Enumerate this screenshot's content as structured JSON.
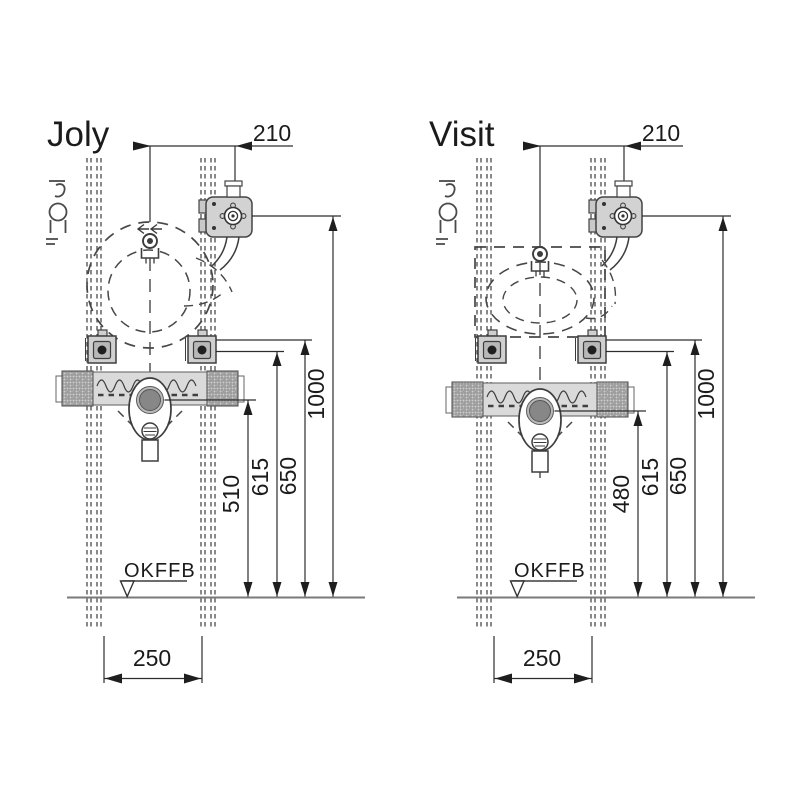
{
  "drawing": {
    "kind": "installation-technical-drawing",
    "colors": {
      "line": "#3d3d3d",
      "dimension": "#2d2d2d",
      "fill_light_gray": "#d8d8d8",
      "fill_mid_gray": "#b9b9b9",
      "fill_dark_gray": "#878787",
      "floor_line": "#7a7a7a",
      "background": "#ffffff"
    }
  },
  "diagrams": [
    {
      "title": "Joly",
      "dim_top_offset": "210",
      "dim_heights": [
        "510",
        "615",
        "650",
        "1000"
      ],
      "dim_rail_spacing": "250",
      "floor_label": "OKFFB"
    },
    {
      "title": "Visit",
      "dim_top_offset": "210",
      "dim_heights": [
        "480",
        "615",
        "650",
        "1000"
      ],
      "dim_rail_spacing": "250",
      "floor_label": "OKFFB"
    }
  ]
}
